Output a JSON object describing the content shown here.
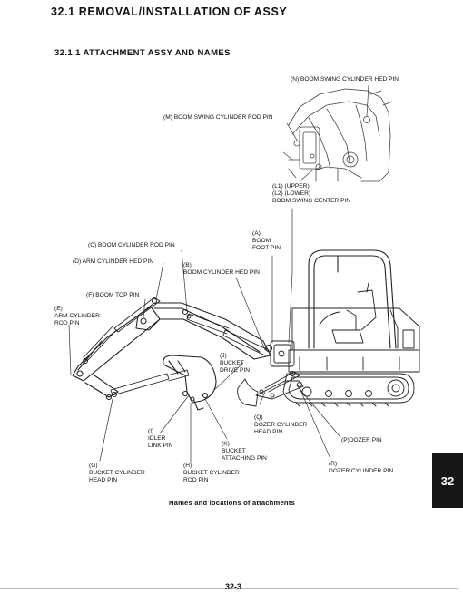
{
  "section": {
    "heading": "32.1  REMOVAL/INSTALLATION OF ASSY",
    "subheading": "32.1.1  ATTACHMENT ASSY AND NAMES"
  },
  "labels": {
    "n": "(N) BOOM SWING CYLINDER HED PIN",
    "m": "(M) BOOM SWING CYLINDER ROD PIN",
    "l": "(L1) (UPPER)\n(L2) (LOWER)\nBOOM SWING CENTER PIN",
    "c": "(C) BOOM CYLINDER ROD PIN",
    "a": "(A)\nBOOM\nFOOT PIN",
    "d": "(D) ARM CYLINDER HED PIN",
    "b": "(B)\nBOOM CYLINDER HED PIN",
    "f": "(F) BOOM TOP PIN",
    "e": "(E)\nARM CYLINDER\nROD PIN",
    "j": "(J)\nBUCKET\nDRIVE PIN",
    "q": "(Q)\nDOZER CYLINDER\nHEAD PIN",
    "i": "(I)\nIDLER\nLINK PIN",
    "k": "(K)\nBUCKET\nATTACHING PIN",
    "p": "(P)DOZER PIN",
    "g": "(G)\nBUCKET CYLINDER\nHEAD PIN",
    "h": "(H)\nBUCKET CYLINDER\nROD PIN",
    "r": "(R)\nDOZER CYLINDER PIN"
  },
  "caption": "Names and locations of attachments",
  "chapter_tab": "32",
  "page_number": "32-3"
}
